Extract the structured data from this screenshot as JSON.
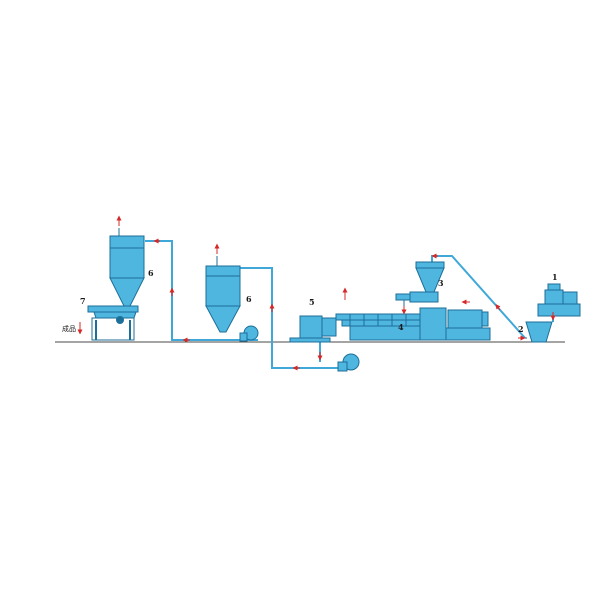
{
  "colors": {
    "equipment": "#4fb6e0",
    "equipment_dark": "#1c6f99",
    "pipe": "#3fa8d8",
    "arrow": "#d62828",
    "ground": "#4a4a4a",
    "background": "#ffffff"
  },
  "labels": {
    "mixer": "1",
    "feed_hopper": "2",
    "side_feeder": "3",
    "twin_screw_extruder": "4",
    "die_head": "5",
    "cyclone_first": "6",
    "cyclone_second": "6",
    "vibrating_screen": "7",
    "product": "成品"
  }
}
